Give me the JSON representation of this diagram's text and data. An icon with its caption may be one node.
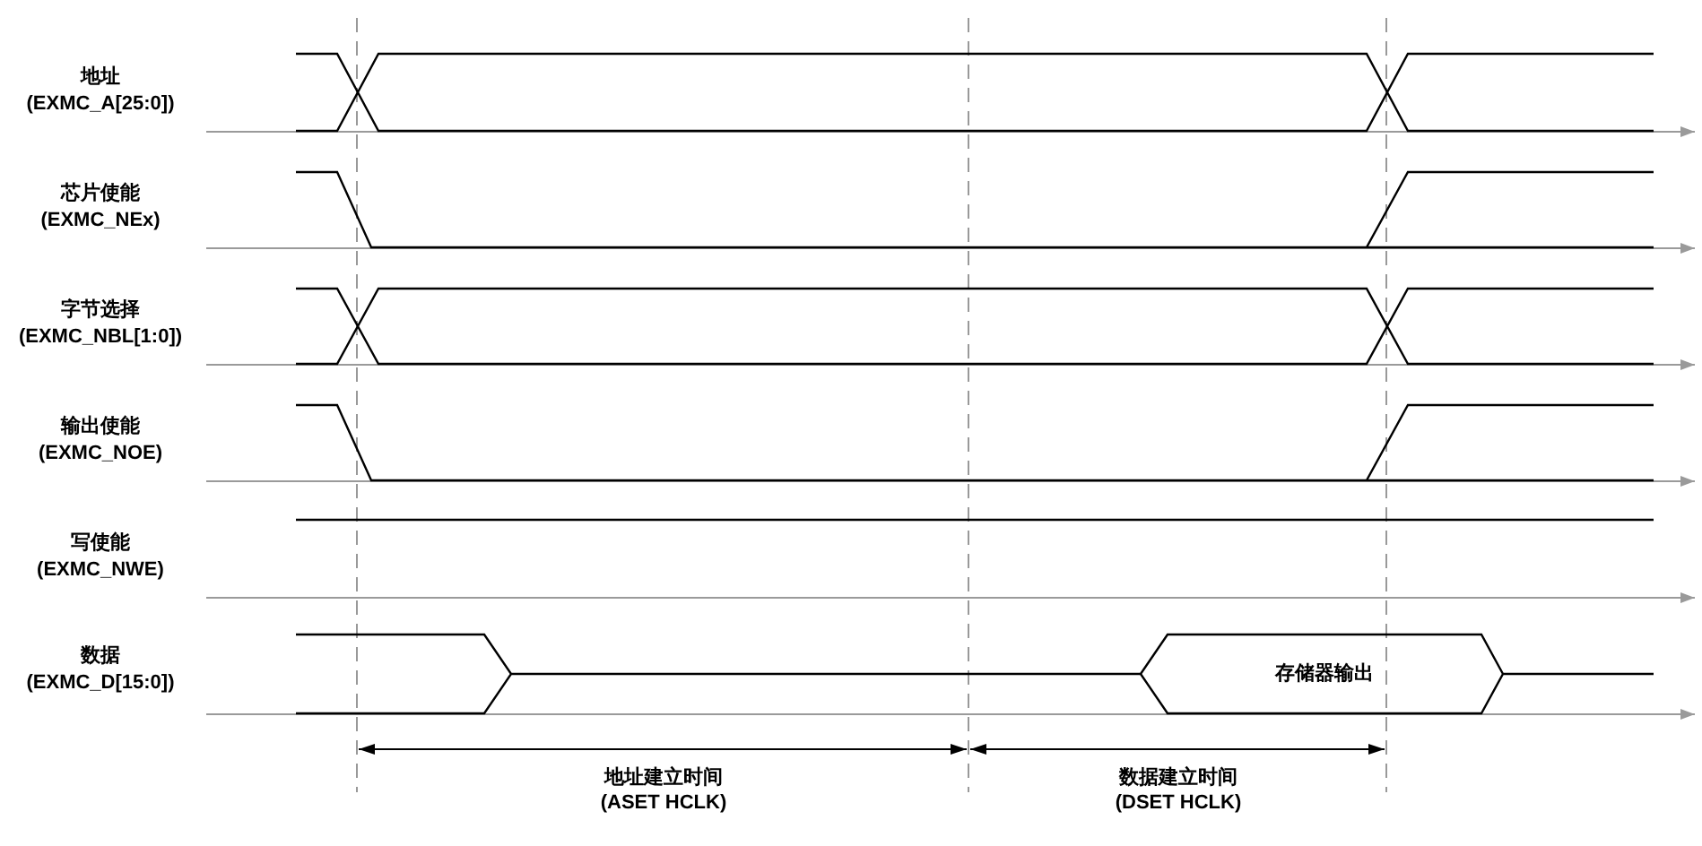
{
  "diagram": {
    "nodes": [
      {
        "text": [
          "存储器输出"
        ]
      }
    ],
    "labels": [
      "地址",
      "(EXMC_A[25:0])",
      "芯片使能",
      "(EXMC_NEx)",
      "字节选择",
      "(EXMC_NBL[1:0])",
      "输出使能",
      "(EXMC_NOE)",
      "写使能",
      "(EXMC_NWE)",
      "数据",
      "(EXMC_D[15:0])",
      "地址建立时间",
      "(ASET HCLK)",
      "数据建立时间",
      "(DSET HCLK)"
    ]
  }
}
